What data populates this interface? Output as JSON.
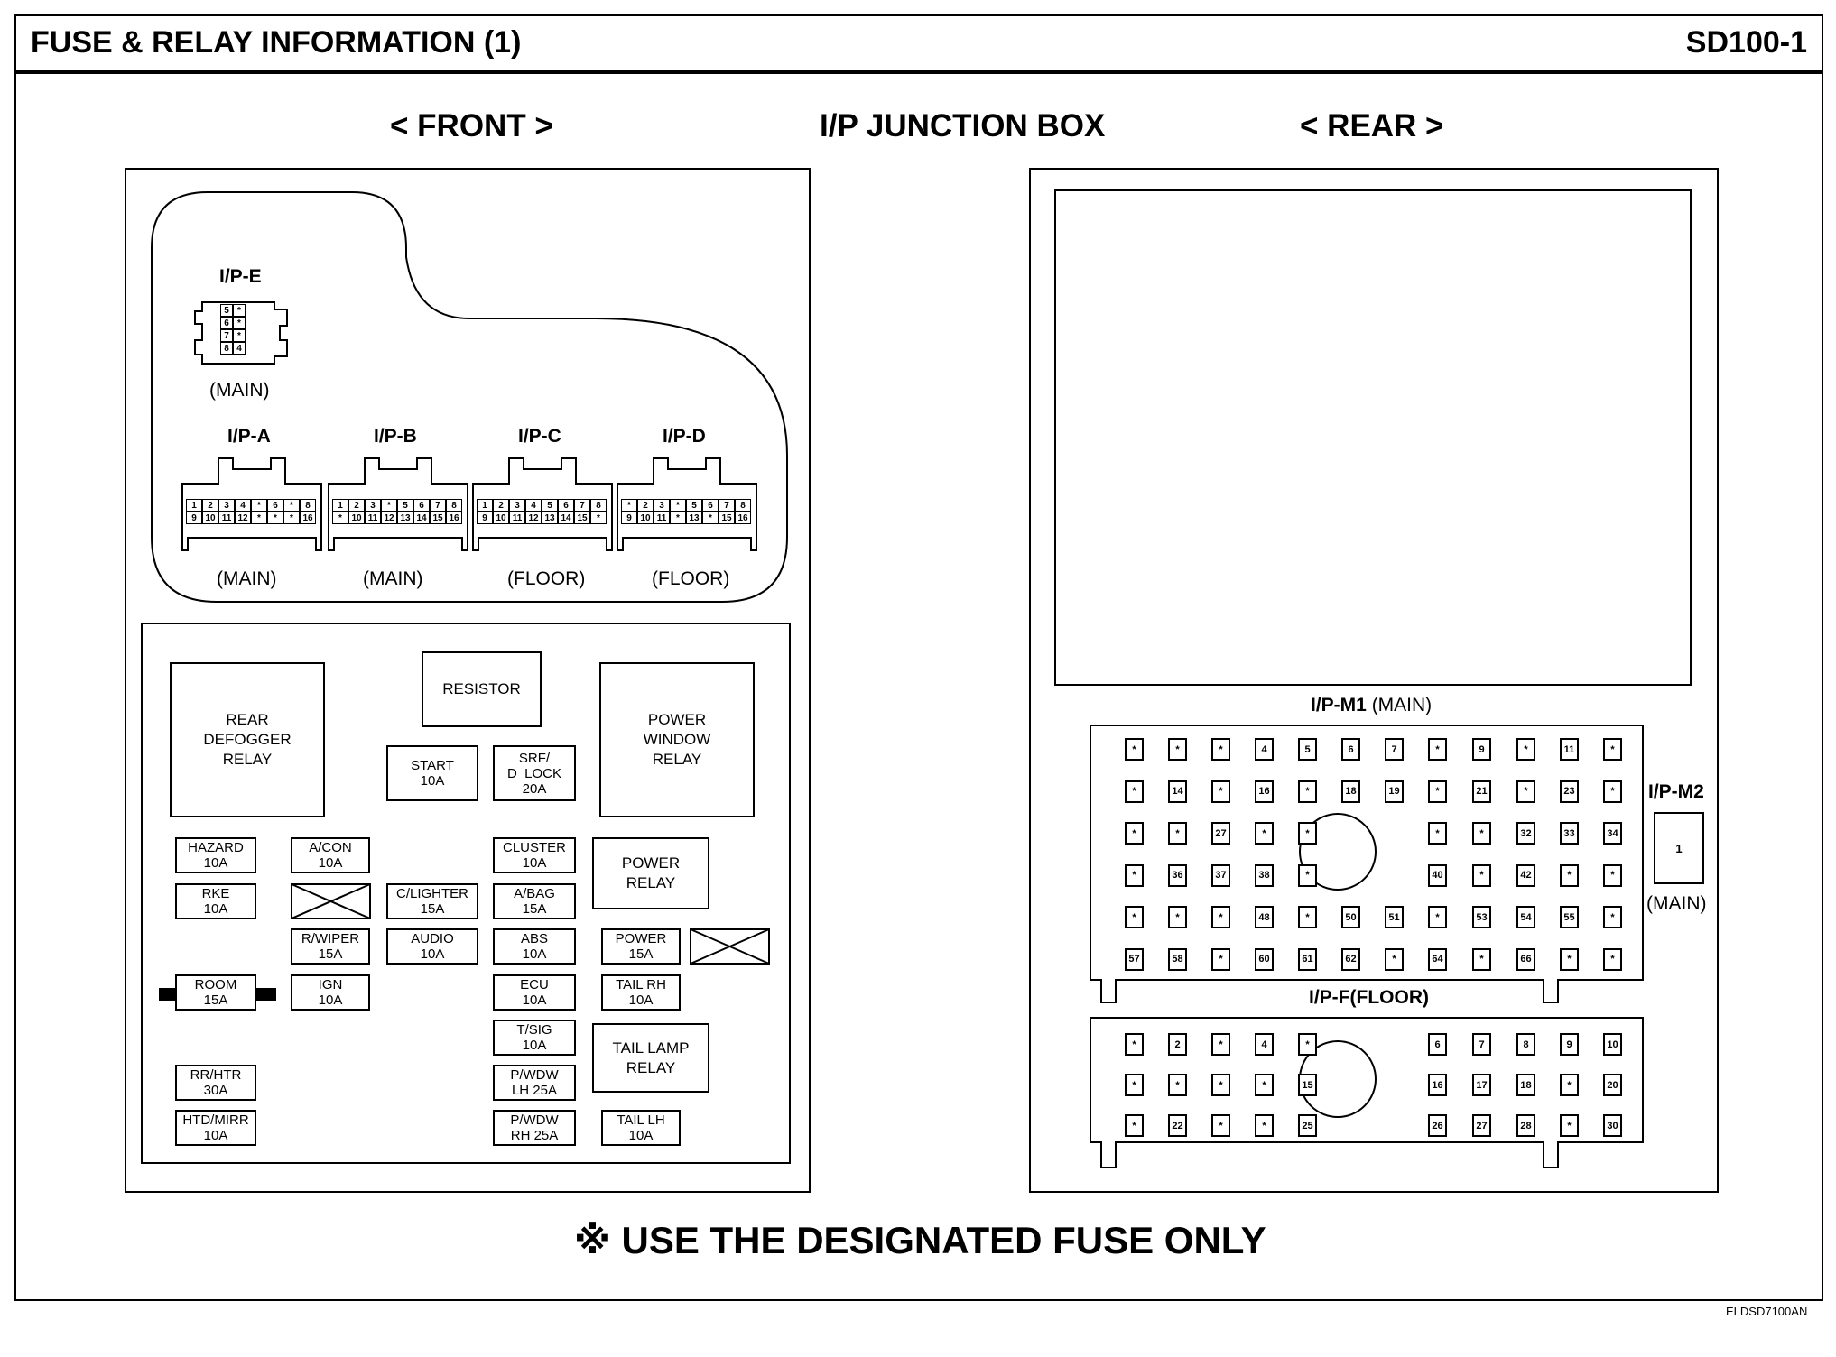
{
  "header": {
    "title": "FUSE & RELAY INFORMATION (1)",
    "code": "SD100-1"
  },
  "headings": {
    "front": "< FRONT >",
    "center": "I/P JUNCTION BOX",
    "rear": "< REAR >"
  },
  "connectors_front": {
    "ipe": {
      "label": "I/P-E",
      "sub": "(MAIN)",
      "pins": [
        "5",
        "*",
        "6",
        "*",
        "7",
        "*",
        "8",
        "4"
      ]
    },
    "ipa": {
      "label": "I/P-A",
      "sub": "(MAIN)",
      "row1": [
        "1",
        "2",
        "3",
        "4",
        "*",
        "6",
        "*",
        "8"
      ],
      "row2": [
        "9",
        "10",
        "11",
        "12",
        "*",
        "*",
        "*",
        "16"
      ]
    },
    "ipb": {
      "label": "I/P-B",
      "sub": "(MAIN)",
      "row1": [
        "1",
        "2",
        "3",
        "*",
        "5",
        "6",
        "7",
        "8"
      ],
      "row2": [
        "*",
        "10",
        "11",
        "12",
        "13",
        "14",
        "15",
        "16"
      ]
    },
    "ipc": {
      "label": "I/P-C",
      "sub": "(FLOOR)",
      "row1": [
        "1",
        "2",
        "3",
        "4",
        "5",
        "6",
        "7",
        "8"
      ],
      "row2": [
        "9",
        "10",
        "11",
        "12",
        "13",
        "14",
        "15",
        "*"
      ]
    },
    "ipd": {
      "label": "I/P-D",
      "sub": "(FLOOR)",
      "row1": [
        "*",
        "2",
        "3",
        "*",
        "5",
        "6",
        "7",
        "8"
      ],
      "row2": [
        "9",
        "10",
        "11",
        "*",
        "13",
        "*",
        "15",
        "16"
      ]
    }
  },
  "relays": [
    {
      "name": "rear-defogger-relay",
      "label": "REAR\nDEFOGGER\nRELAY"
    },
    {
      "name": "resistor",
      "label": "RESISTOR"
    },
    {
      "name": "power-window-relay",
      "label": "POWER\nWINDOW\nRELAY"
    },
    {
      "name": "power-relay",
      "label": "POWER\nRELAY"
    },
    {
      "name": "tail-lamp-relay",
      "label": "TAIL LAMP\nRELAY"
    }
  ],
  "fuses": [
    {
      "name": "fuse-start",
      "l1": "START",
      "l2": "10A"
    },
    {
      "name": "fuse-srf-dlock",
      "l1": "SRF/",
      "l2": "D_LOCK",
      "l3": "20A"
    },
    {
      "name": "fuse-hazard",
      "l1": "HAZARD",
      "l2": "10A"
    },
    {
      "name": "fuse-acon",
      "l1": "A/CON",
      "l2": "10A"
    },
    {
      "name": "fuse-cluster",
      "l1": "CLUSTER",
      "l2": "10A"
    },
    {
      "name": "fuse-rke",
      "l1": "RKE",
      "l2": "10A"
    },
    {
      "name": "fuse-clighter",
      "l1": "C/LIGHTER",
      "l2": "15A"
    },
    {
      "name": "fuse-abag",
      "l1": "A/BAG",
      "l2": "15A"
    },
    {
      "name": "fuse-rwiper",
      "l1": "R/WIPER",
      "l2": "15A"
    },
    {
      "name": "fuse-audio",
      "l1": "AUDIO",
      "l2": "10A"
    },
    {
      "name": "fuse-abs",
      "l1": "ABS",
      "l2": "10A"
    },
    {
      "name": "fuse-power",
      "l1": "POWER",
      "l2": "15A"
    },
    {
      "name": "fuse-room",
      "l1": "ROOM",
      "l2": "15A"
    },
    {
      "name": "fuse-ign",
      "l1": "IGN",
      "l2": "10A"
    },
    {
      "name": "fuse-ecu",
      "l1": "ECU",
      "l2": "10A"
    },
    {
      "name": "fuse-tail-rh",
      "l1": "TAIL RH",
      "l2": "10A"
    },
    {
      "name": "fuse-tsig",
      "l1": "T/SIG",
      "l2": "10A"
    },
    {
      "name": "fuse-rrhtr",
      "l1": "RR/HTR",
      "l2": "30A"
    },
    {
      "name": "fuse-pwdw-lh",
      "l1": "P/WDW",
      "l2": "LH 25A"
    },
    {
      "name": "fuse-htd-mirr",
      "l1": "HTD/MIRR",
      "l2": "10A"
    },
    {
      "name": "fuse-pwdw-rh",
      "l1": "P/WDW",
      "l2": "RH 25A"
    },
    {
      "name": "fuse-tail-lh",
      "l1": "TAIL LH",
      "l2": "10A"
    }
  ],
  "rear": {
    "ipm1_label": "I/P-M1",
    "ipm1_sub": "(MAIN)",
    "ipm2_label": "I/P-M2",
    "ipm2_pin": "1",
    "ipm2_sub": "(MAIN)",
    "ipf_label": "I/P-F(FLOOR)",
    "ipm1_rows": [
      [
        "*",
        "*",
        "*",
        "4",
        "5",
        "6",
        "7",
        "*",
        "9",
        "*",
        "11",
        "*"
      ],
      [
        "*",
        "14",
        "*",
        "16",
        "*",
        "18",
        "19",
        "*",
        "21",
        "*",
        "23",
        "*"
      ],
      [
        "*",
        "*",
        "27",
        "*",
        "*",
        "",
        "",
        "*",
        "*",
        "32",
        "33",
        "34"
      ],
      [
        "*",
        "36",
        "37",
        "38",
        "*",
        "",
        "",
        "40",
        "*",
        "42",
        "*",
        "*"
      ],
      [
        "*",
        "*",
        "*",
        "48",
        "*",
        "50",
        "51",
        "*",
        "53",
        "54",
        "55",
        "*"
      ],
      [
        "57",
        "58",
        "*",
        "60",
        "61",
        "62",
        "*",
        "64",
        "*",
        "66",
        "*",
        "*"
      ]
    ],
    "ipf_rows": [
      [
        "*",
        "2",
        "*",
        "4",
        "*",
        "",
        "",
        "6",
        "7",
        "8",
        "9",
        "10"
      ],
      [
        "*",
        "*",
        "*",
        "*",
        "15",
        "",
        "",
        "16",
        "17",
        "18",
        "*",
        "20"
      ],
      [
        "*",
        "22",
        "*",
        "*",
        "25",
        "",
        "",
        "26",
        "27",
        "28",
        "*",
        "30"
      ]
    ]
  },
  "footer": {
    "note": "※ USE THE DESIGNATED FUSE ONLY",
    "image_code": "ELDSD7100AN"
  }
}
